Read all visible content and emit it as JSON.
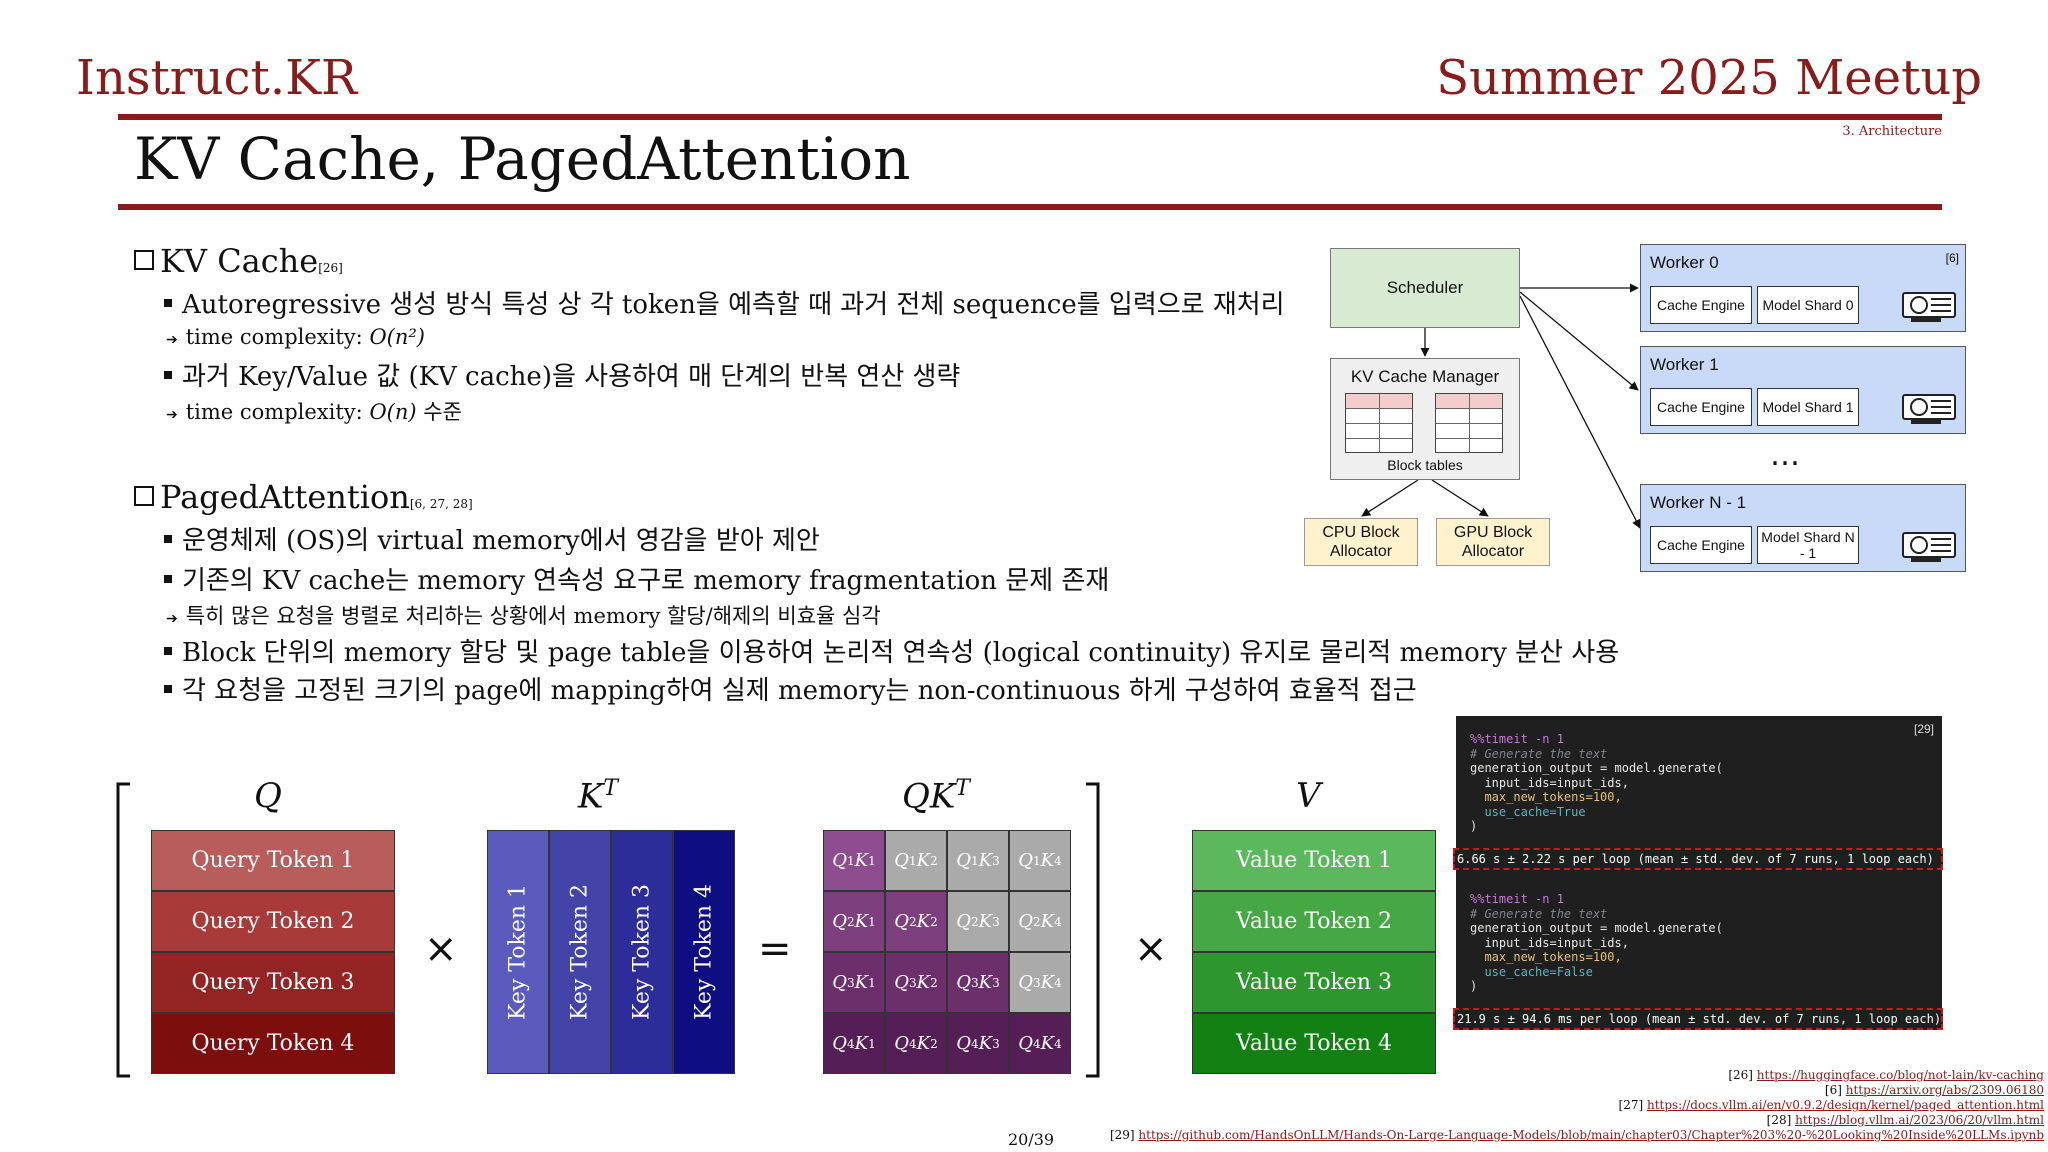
{
  "header": {
    "left": "Instruct.KR",
    "right": "Summer 2025 Meetup",
    "section": "3. Architecture"
  },
  "title": "KV Cache, PagedAttention",
  "kv": {
    "heading": "KV Cache",
    "ref": "[26]",
    "b1": "Autoregressive 생성 방식 특성 상 각 token을 예측할 때 과거 전체 sequence를 입력으로 재처리",
    "b1_sub_prefix": "time complexity: ",
    "b1_sub_math": "O(n²)",
    "b2": "과거 Key/Value 값 (KV cache)을 사용하여 매 단계의 반복 연산 생략",
    "b2_sub_prefix": "time complexity: ",
    "b2_sub_math": "O(n)",
    "b2_sub_suffix": " 수준"
  },
  "pa": {
    "heading": "PagedAttention",
    "ref": "[6, 27, 28]",
    "b1": "운영체제 (OS)의 virtual memory에서 영감을 받아 제안",
    "b2": "기존의 KV cache는 memory 연속성 요구로 memory fragmentation 문제 존재",
    "b2_sub": "특히 많은 요청을 병렬로 처리하는 상황에서 memory 할당/해제의 비효율 심각",
    "b3": "Block 단위의 memory 할당 및 page table을 이용하여 논리적 연속성 (logical continuity) 유지로 물리적 memory 분산 사용",
    "b4": "각 요청을 고정된 크기의 page에 mapping하여 실제 memory는 non-continuous 하게 구성하여 효율적 접근"
  },
  "diagram": {
    "ref": "[6]",
    "scheduler": "Scheduler",
    "kv_manager": "KV Cache Manager",
    "block_tables": "Block tables",
    "cpu_alloc": "CPU Block Allocator",
    "gpu_alloc": "GPU Block Allocator",
    "ellipsis": "…",
    "workers": [
      {
        "title": "Worker 0",
        "cache": "Cache Engine",
        "model": "Model Shard 0"
      },
      {
        "title": "Worker 1",
        "cache": "Cache Engine",
        "model": "Model Shard 1"
      },
      {
        "title": "Worker N - 1",
        "cache": "Cache Engine",
        "model": "Model Shard N - 1"
      }
    ]
  },
  "matrix": {
    "q_label": "Q",
    "kt_label": "K",
    "kt_sup": "T",
    "qkt_label": "QK",
    "qkt_sup": "T",
    "v_label": "V",
    "times": "×",
    "equals": "=",
    "query_tokens": [
      "Query Token 1",
      "Query Token 2",
      "Query Token 3",
      "Query Token 4"
    ],
    "key_tokens": [
      "Key Token 1",
      "Key Token 2",
      "Key Token 3",
      "Key Token 4"
    ],
    "value_tokens": [
      "Value Token 1",
      "Value Token 2",
      "Value Token 3",
      "Value Token 4"
    ],
    "query_colors": [
      "#b85c5c",
      "#a83a3a",
      "#942424",
      "#7d0e0e"
    ],
    "key_colors": [
      "#5b5bbd",
      "#4343a8",
      "#2d2d99",
      "#0e0e80"
    ],
    "value_colors": [
      "#5cb85c",
      "#45a845",
      "#2e962e",
      "#138013"
    ],
    "qk_colors": {
      "computed": "#8e4d8e",
      "masked": "#aaaaaa"
    }
  },
  "code": {
    "ref": "[29]",
    "block1_lines": [
      "%%timeit -n 1",
      "# Generate the text",
      "generation_output = model.generate(",
      "  input_ids=input_ids,",
      "  max_new_tokens=100,",
      "  use_cache=True",
      ")"
    ],
    "block1_result": "6.66 s ± 2.22 s per loop (mean ± std. dev. of 7 runs, 1 loop each)",
    "block2_lines": [
      "%%timeit -n 1",
      "# Generate the text",
      "generation_output = model.generate(",
      "  input_ids=input_ids,",
      "  max_new_tokens=100,",
      "  use_cache=False",
      ")"
    ],
    "block2_result": "21.9 s ± 94.6 ms per loop (mean ± std. dev. of 7 runs, 1 loop each)"
  },
  "footnotes": [
    {
      "tag": "[26] ",
      "url": "https://huggingface.co/blog/not-lain/kv-caching"
    },
    {
      "tag": "[6] ",
      "url": "https://arxiv.org/abs/2309.06180"
    },
    {
      "tag": "[27] ",
      "url": "https://docs.vllm.ai/en/v0.9.2/design/kernel/paged_attention.html"
    },
    {
      "tag": "[28] ",
      "url": "https://blog.vllm.ai/2023/06/20/vllm.html"
    },
    {
      "tag": "[29] ",
      "url": "https://github.com/HandsOnLLM/Hands-On-Large-Language-Models/blob/main/chapter03/Chapter%203%20-%20Looking%20Inside%20LLMs.ipynb"
    }
  ],
  "page_number": "20/39"
}
